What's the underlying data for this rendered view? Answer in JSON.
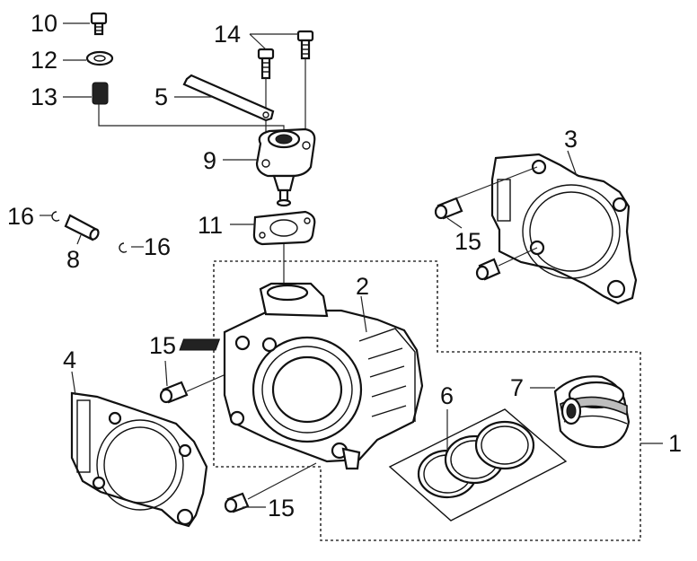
{
  "callouts": [
    {
      "id": "10",
      "text": "10"
    },
    {
      "id": "12",
      "text": "12"
    },
    {
      "id": "13",
      "text": "13"
    },
    {
      "id": "14",
      "text": "14"
    },
    {
      "id": "5",
      "text": "5"
    },
    {
      "id": "9",
      "text": "9"
    },
    {
      "id": "3",
      "text": "3"
    },
    {
      "id": "16a",
      "text": "16"
    },
    {
      "id": "16b",
      "text": "16"
    },
    {
      "id": "11",
      "text": "11"
    },
    {
      "id": "8",
      "text": "8"
    },
    {
      "id": "15a",
      "text": "15"
    },
    {
      "id": "2",
      "text": "2"
    },
    {
      "id": "15b",
      "text": "15"
    },
    {
      "id": "4",
      "text": "4"
    },
    {
      "id": "7",
      "text": "7"
    },
    {
      "id": "6",
      "text": "6"
    },
    {
      "id": "1",
      "text": "1"
    },
    {
      "id": "15c",
      "text": "15"
    }
  ],
  "colors": {
    "ink": "#111111",
    "paper": "#ffffff",
    "shade": "#bdbdbd"
  }
}
